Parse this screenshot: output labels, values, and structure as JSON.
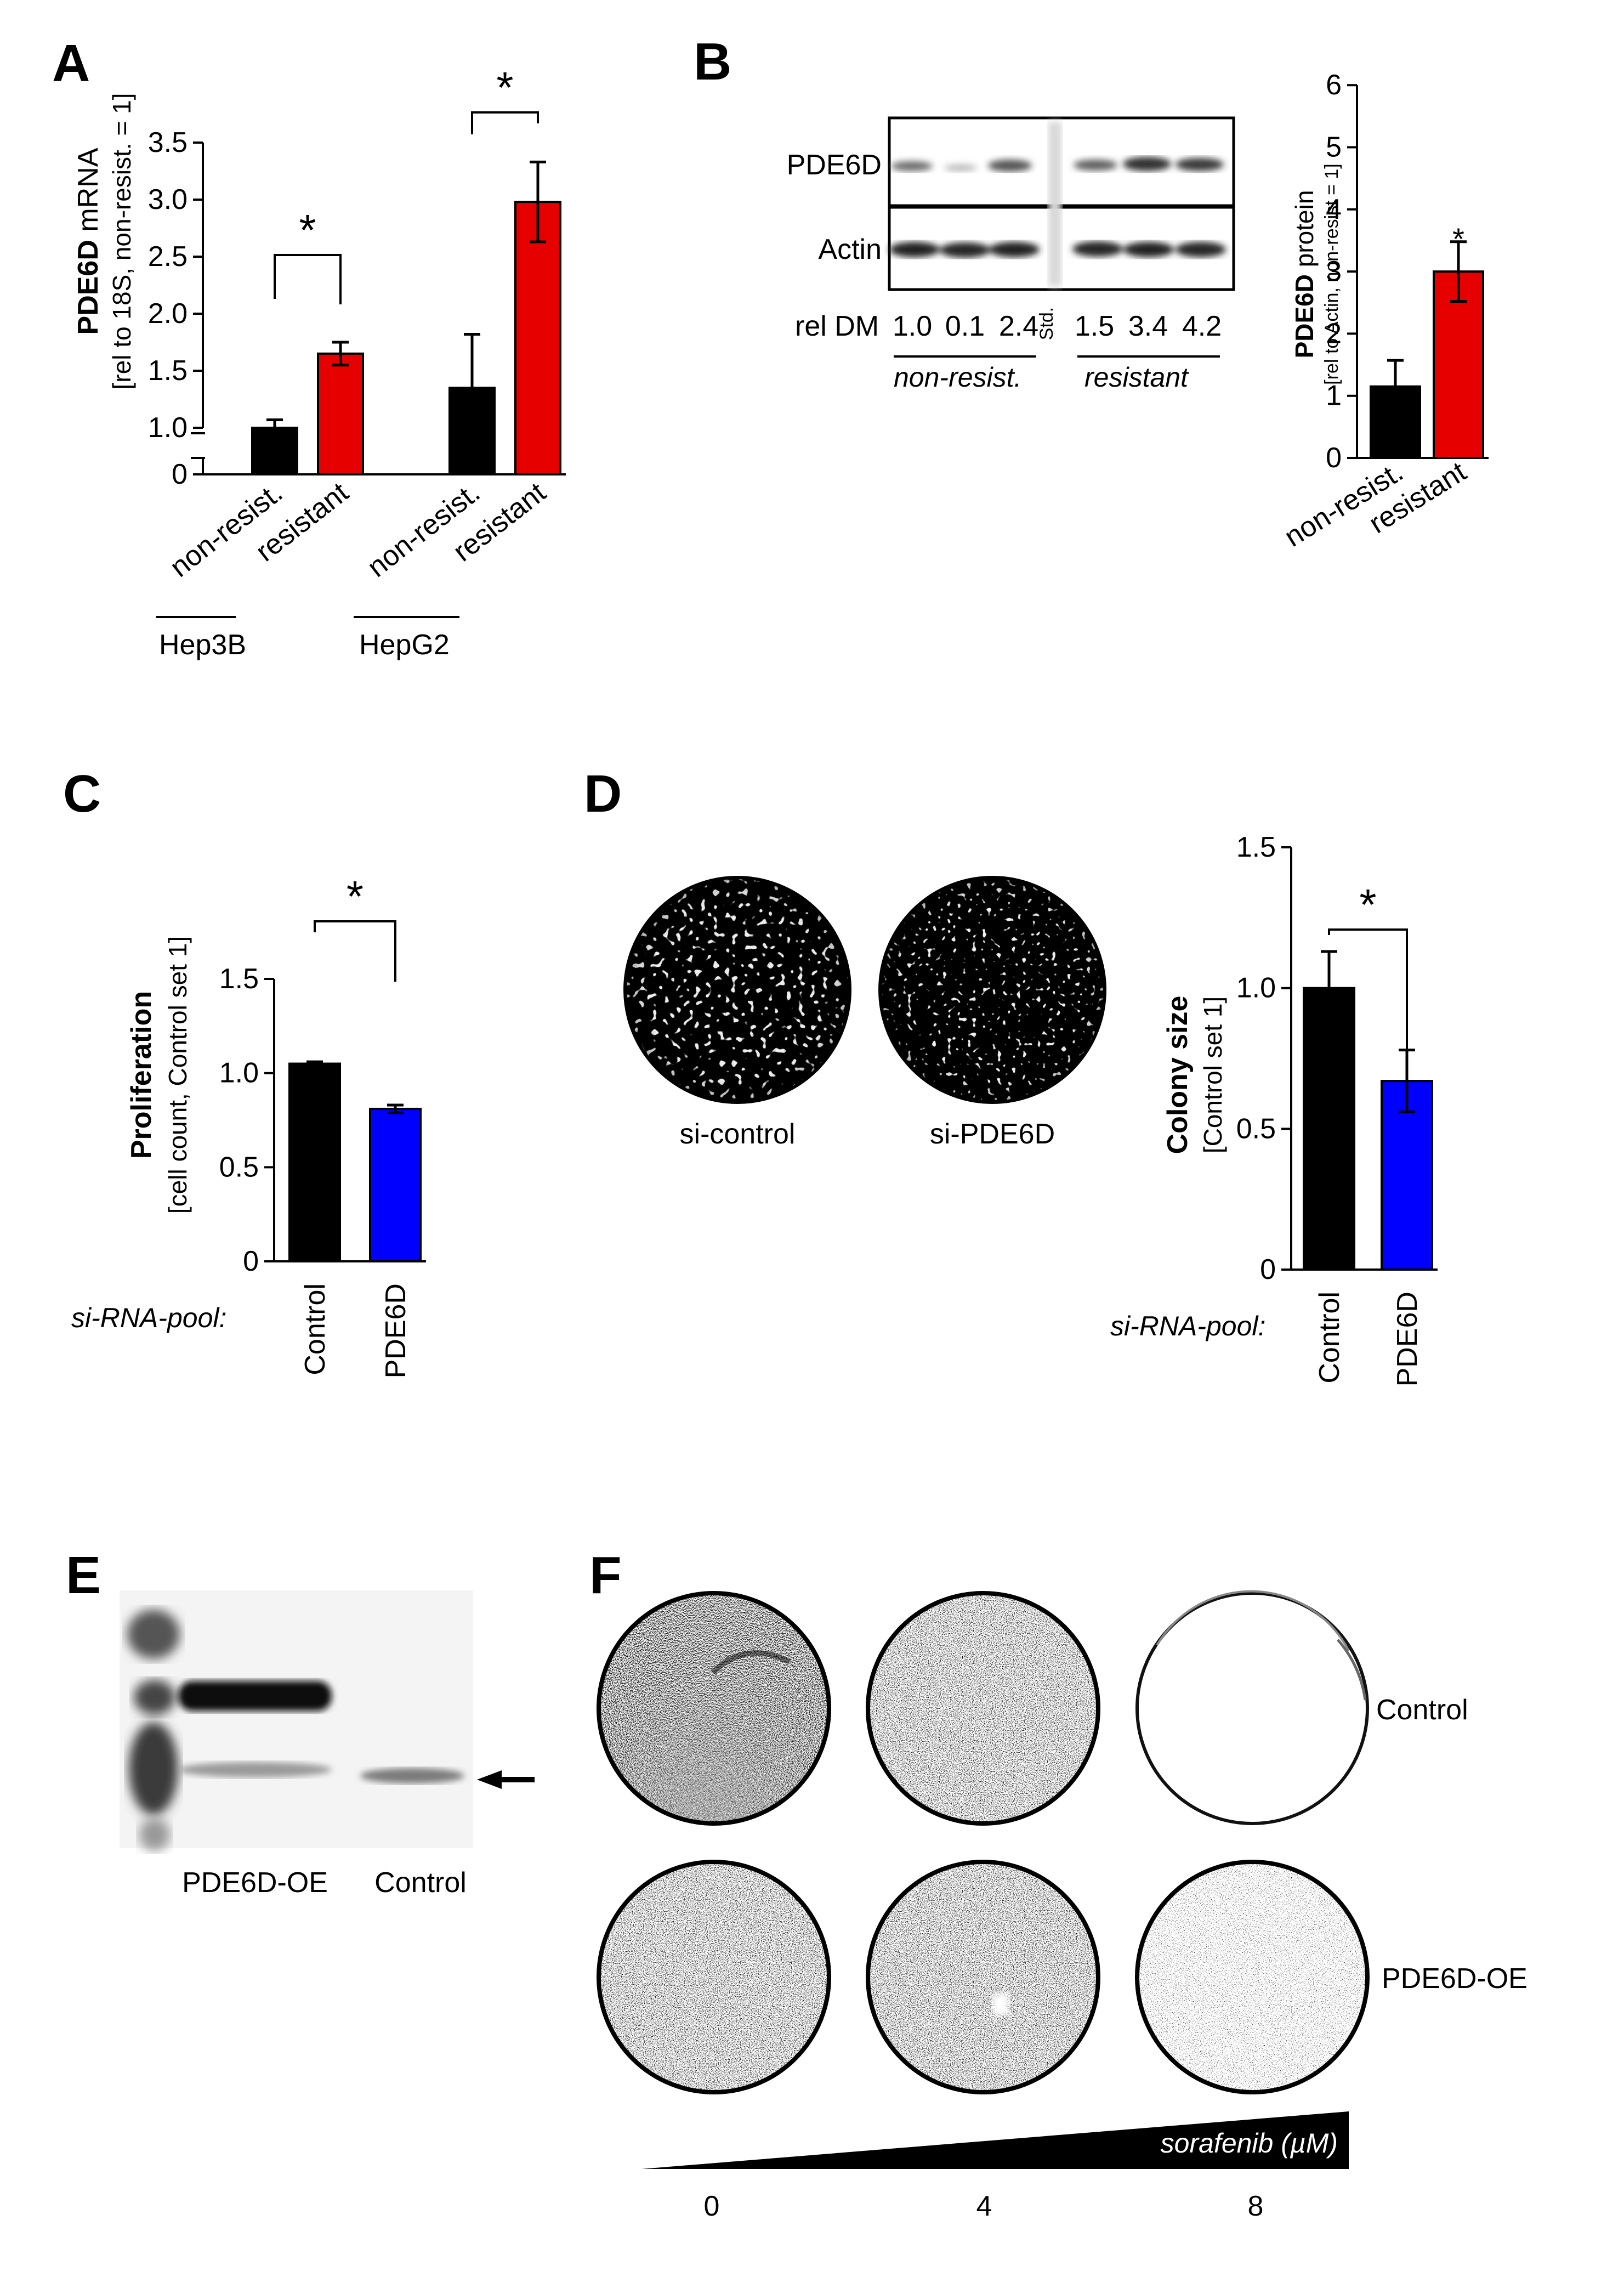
{
  "panels": {
    "A": {
      "label": "A",
      "ylabel_bold": "PDE6D",
      "ylabel_rest": " mRNA",
      "ylabel2": "[rel to 18S, non-resist. = 1]",
      "groups": [
        "Hep3B",
        "HepG2"
      ],
      "star": "*"
    },
    "B": {
      "label": "B",
      "blot_rows": [
        "PDE6D",
        "Actin"
      ],
      "reldm_label": "rel DM",
      "reldm_values": [
        "1.0",
        "0.1",
        "2.4",
        "1.5",
        "3.4",
        "4.2"
      ],
      "std_label": "Std.",
      "group_labels": [
        "non-resist.",
        "resistant"
      ],
      "ylabel_bold": "PDE6D",
      "ylabel_rest": " protein",
      "ylabel2": "[rel to Actin, non-resist = 1]",
      "star": "*"
    },
    "C": {
      "label": "C",
      "ylabel": "Proliferation",
      "ylabel2": "[cell count, Control set 1]",
      "sirna_label": "si-RNA-pool:",
      "star": "*"
    },
    "D": {
      "label": "D",
      "plate_labels": [
        "si-control",
        "si-PDE6D"
      ],
      "ylabel": "Colony size",
      "ylabel2": "[Control set 1]",
      "sirna_label": "si-RNA-pool:",
      "star": "*"
    },
    "E": {
      "label": "E",
      "lane_labels": [
        "PDE6D-OE",
        "Control"
      ]
    },
    "F": {
      "label": "F",
      "row_labels": [
        "Control",
        "PDE6D-OE"
      ],
      "gradient_label": "sorafenib (µM)",
      "doses": [
        "0",
        "4",
        "8"
      ]
    }
  },
  "chart_data": [
    {
      "panel": "A",
      "type": "bar",
      "categories": [
        "non-resist.",
        "resistant",
        "non-resist.",
        "resistant"
      ],
      "groups": [
        "Hep3B",
        "Hep3B",
        "HepG2",
        "HepG2"
      ],
      "values": [
        1.0,
        1.65,
        1.35,
        2.98
      ],
      "errors": [
        0.07,
        0.1,
        0.47,
        0.35
      ],
      "colors": [
        "#000000",
        "#e60000",
        "#000000",
        "#e60000"
      ],
      "yticks": [
        "0",
        "1.0",
        "1.5",
        "2.0",
        "2.5",
        "3.0",
        "3.5"
      ],
      "ylim": [
        0,
        3.5
      ],
      "axis_break": true
    },
    {
      "panel": "B",
      "type": "bar",
      "categories": [
        "non-resist.",
        "resistant"
      ],
      "values": [
        1.15,
        3.0
      ],
      "errors": [
        0.42,
        0.48
      ],
      "colors": [
        "#000000",
        "#e60000"
      ],
      "yticks": [
        "0",
        "1",
        "2",
        "3",
        "4",
        "5",
        "6"
      ],
      "ylim": [
        0,
        6
      ]
    },
    {
      "panel": "C",
      "type": "bar",
      "categories": [
        "Control",
        "PDE6D"
      ],
      "values": [
        1.05,
        0.81
      ],
      "errors": [
        0.01,
        0.02
      ],
      "colors": [
        "#000000",
        "#0000ff"
      ],
      "yticks": [
        "0",
        "0.5",
        "1.0",
        "1.5"
      ],
      "ylim": [
        0,
        1.5
      ]
    },
    {
      "panel": "D",
      "type": "bar",
      "categories": [
        "Control",
        "PDE6D"
      ],
      "values": [
        1.0,
        0.67
      ],
      "errors": [
        0.13,
        0.11
      ],
      "colors": [
        "#000000",
        "#0000ff"
      ],
      "yticks": [
        "0",
        "0.5",
        "1.0",
        "1.5"
      ],
      "ylim": [
        0,
        1.5
      ]
    }
  ]
}
